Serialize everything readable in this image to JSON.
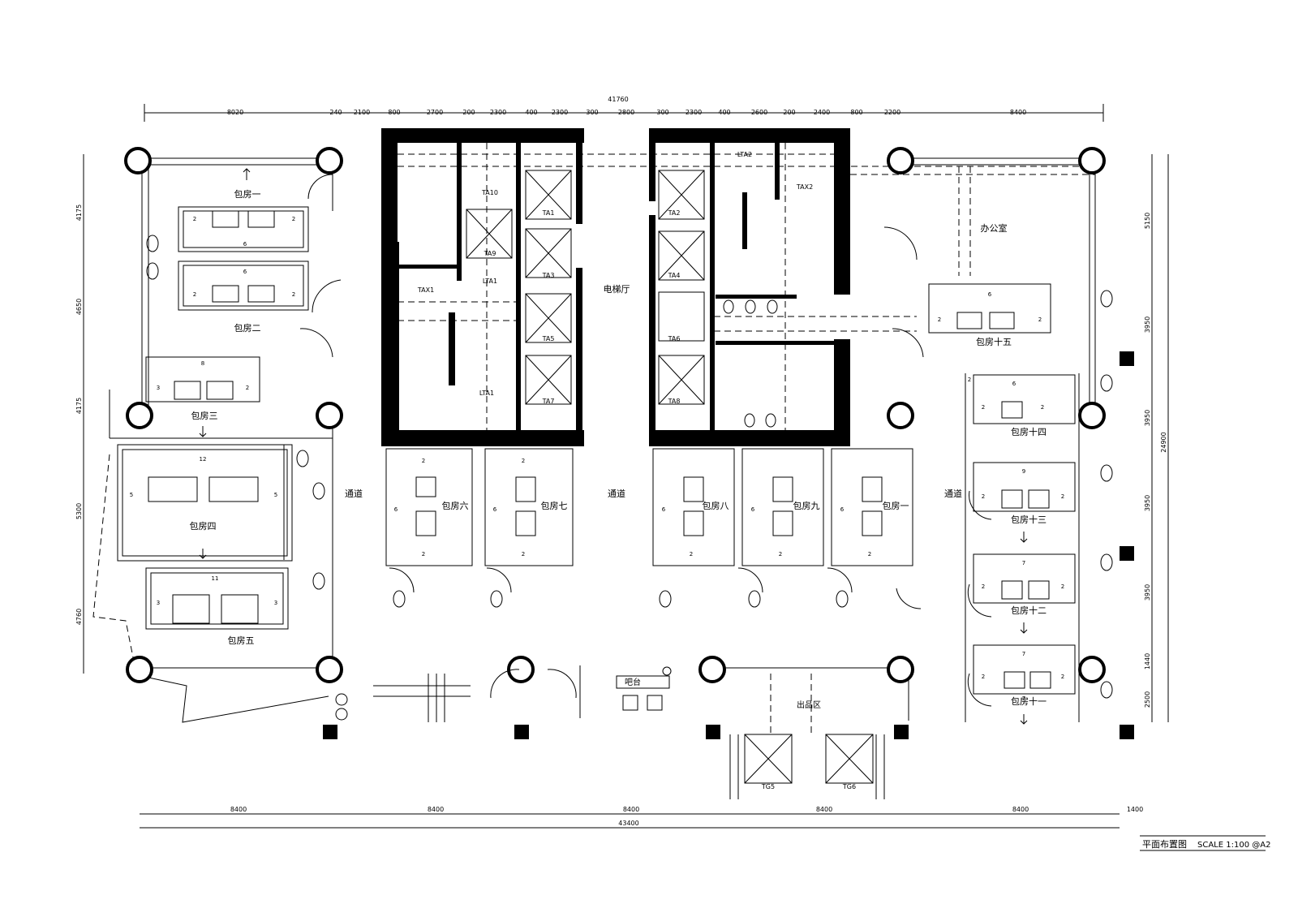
{
  "dimensions": {
    "overall_top": "41760",
    "top": [
      "8020",
      "240",
      "2100",
      "800",
      "2700",
      "200",
      "2300",
      "400",
      "2300",
      "300",
      "2800",
      "300",
      "2300",
      "400",
      "2600",
      "200",
      "2400",
      "800",
      "2200",
      "8400"
    ],
    "bottom": [
      "8400",
      "8400",
      "8400",
      "8400",
      "8400",
      "1400"
    ],
    "overall_bottom": "43400",
    "left": [
      "4175",
      "4650",
      "4175",
      "5300",
      "4760"
    ],
    "right": [
      "5150",
      "3950",
      "3950",
      "3950",
      "3950",
      "1440",
      "2500"
    ],
    "right_overall": "24900"
  },
  "rooms": [
    {
      "id": "r1",
      "label": "包房一"
    },
    {
      "id": "r2",
      "label": "包房二"
    },
    {
      "id": "r3",
      "label": "包房三"
    },
    {
      "id": "r4",
      "label": "包房四"
    },
    {
      "id": "r5",
      "label": "包房五"
    },
    {
      "id": "r6",
      "label": "包房六"
    },
    {
      "id": "r7",
      "label": "包房七"
    },
    {
      "id": "r8",
      "label": "包房八"
    },
    {
      "id": "r9",
      "label": "包房九"
    },
    {
      "id": "r10",
      "label": "包房一"
    },
    {
      "id": "r11",
      "label": "包房十一"
    },
    {
      "id": "r12",
      "label": "包房十二"
    },
    {
      "id": "r13",
      "label": "包房十三"
    },
    {
      "id": "r14",
      "label": "包房十四"
    },
    {
      "id": "r15",
      "label": "包房十五"
    },
    {
      "id": "office",
      "label": "办公室"
    },
    {
      "id": "lobby",
      "label": "电梯厅"
    },
    {
      "id": "corr1",
      "label": "通道"
    },
    {
      "id": "corr2",
      "label": "通道"
    },
    {
      "id": "corr3",
      "label": "通道"
    },
    {
      "id": "bar",
      "label": "吧台"
    },
    {
      "id": "exit",
      "label": "出品区"
    }
  ],
  "elevators": [
    "TA10",
    "TA1",
    "TA9",
    "TA3",
    "TAX1",
    "LTA1",
    "TA5",
    "LTA1",
    "TA7",
    "TA2",
    "TAX2",
    "TA4",
    "TA6",
    "TA8",
    "LTA2",
    "TG5",
    "TG6"
  ],
  "seat_counts": [
    "2",
    "2",
    "6",
    "6",
    "2",
    "2",
    "8",
    "3",
    "2",
    "12",
    "5",
    "5",
    "11",
    "3",
    "3",
    "6",
    "2",
    "2",
    "6",
    "2",
    "2",
    "6",
    "2",
    "6",
    "2",
    "6",
    "2",
    "6",
    "2",
    "2",
    "6",
    "2",
    "2",
    "9",
    "2",
    "2",
    "7",
    "2",
    "2",
    "7",
    "2",
    "2",
    "7",
    "2"
  ],
  "title_block": {
    "title": "平面布置图",
    "scale": "SCALE 1:100 @A2"
  }
}
